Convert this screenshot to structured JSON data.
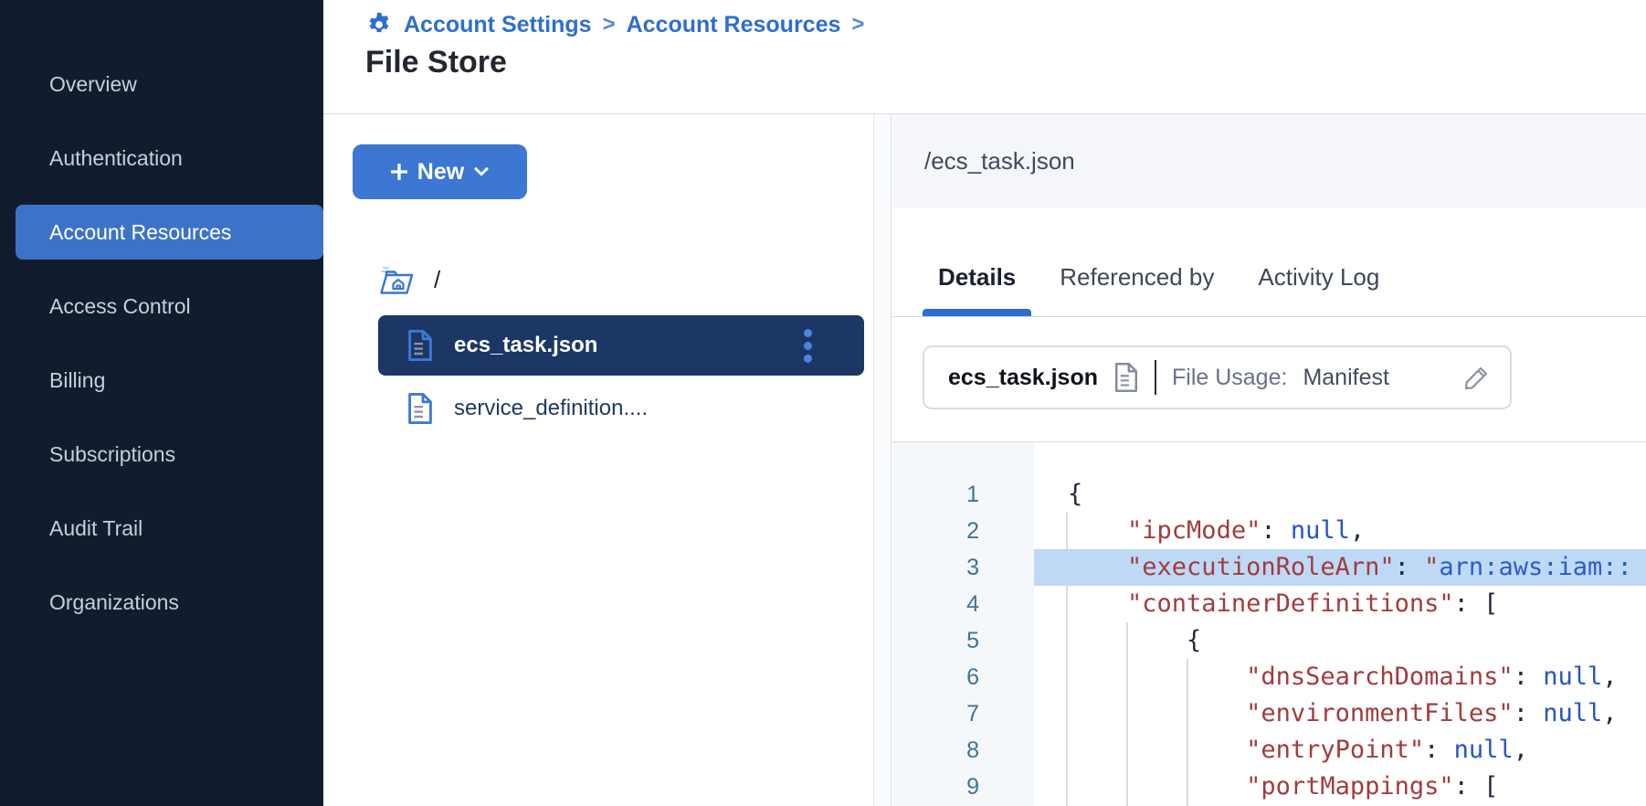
{
  "sidebar": {
    "items": [
      {
        "label": "Overview",
        "active": false
      },
      {
        "label": "Authentication",
        "active": false
      },
      {
        "label": "Account Resources",
        "active": true
      },
      {
        "label": "Access Control",
        "active": false
      },
      {
        "label": "Billing",
        "active": false
      },
      {
        "label": "Subscriptions",
        "active": false
      },
      {
        "label": "Audit Trail",
        "active": false
      },
      {
        "label": "Organizations",
        "active": false
      }
    ]
  },
  "breadcrumb": {
    "items": [
      "Account Settings",
      "Account Resources"
    ],
    "separator": ">"
  },
  "page": {
    "title": "File Store"
  },
  "file_panel": {
    "new_button_label": "New",
    "root_path": "/",
    "files": [
      {
        "name": "ecs_task.json",
        "selected": true
      },
      {
        "name": "service_definition....",
        "selected": false
      }
    ]
  },
  "detail_panel": {
    "path": "/ecs_task.json",
    "tabs": [
      {
        "label": "Details",
        "active": true
      },
      {
        "label": "Referenced by",
        "active": false
      },
      {
        "label": "Activity Log",
        "active": false
      }
    ],
    "file_info": {
      "name": "ecs_task.json",
      "usage_label": "File Usage:",
      "usage_value": "Manifest"
    },
    "code": {
      "language": "json",
      "lines": [
        {
          "n": "1",
          "h": false,
          "tokens": [
            {
              "t": "p",
              "v": "{"
            }
          ]
        },
        {
          "n": "2",
          "h": false,
          "tokens": [
            {
              "t": "p",
              "v": "    "
            },
            {
              "t": "key",
              "v": "\"ipcMode\""
            },
            {
              "t": "p",
              "v": ": "
            },
            {
              "t": "null",
              "v": "null"
            },
            {
              "t": "p",
              "v": ","
            }
          ]
        },
        {
          "n": "3",
          "h": true,
          "tokens": [
            {
              "t": "p",
              "v": "    "
            },
            {
              "t": "key",
              "v": "\"executionRoleArn\""
            },
            {
              "t": "p",
              "v": ": "
            },
            {
              "t": "vq",
              "v": "\""
            },
            {
              "t": "vs",
              "v": "arn:aws:iam::"
            }
          ]
        },
        {
          "n": "4",
          "h": false,
          "tokens": [
            {
              "t": "p",
              "v": "    "
            },
            {
              "t": "key",
              "v": "\"containerDefinitions\""
            },
            {
              "t": "p",
              "v": ": ["
            }
          ]
        },
        {
          "n": "5",
          "h": false,
          "tokens": [
            {
              "t": "p",
              "v": "        {"
            }
          ]
        },
        {
          "n": "6",
          "h": false,
          "tokens": [
            {
              "t": "p",
              "v": "            "
            },
            {
              "t": "key",
              "v": "\"dnsSearchDomains\""
            },
            {
              "t": "p",
              "v": ": "
            },
            {
              "t": "null",
              "v": "null"
            },
            {
              "t": "p",
              "v": ","
            }
          ]
        },
        {
          "n": "7",
          "h": false,
          "tokens": [
            {
              "t": "p",
              "v": "            "
            },
            {
              "t": "key",
              "v": "\"environmentFiles\""
            },
            {
              "t": "p",
              "v": ": "
            },
            {
              "t": "null",
              "v": "null"
            },
            {
              "t": "p",
              "v": ","
            }
          ]
        },
        {
          "n": "8",
          "h": false,
          "tokens": [
            {
              "t": "p",
              "v": "            "
            },
            {
              "t": "key",
              "v": "\"entryPoint\""
            },
            {
              "t": "p",
              "v": ": "
            },
            {
              "t": "null",
              "v": "null"
            },
            {
              "t": "p",
              "v": ","
            }
          ]
        },
        {
          "n": "9",
          "h": false,
          "tokens": [
            {
              "t": "p",
              "v": "            "
            },
            {
              "t": "key",
              "v": "\"portMappings\""
            },
            {
              "t": "p",
              "v": ": ["
            }
          ]
        }
      ]
    }
  },
  "colors": {
    "accent_blue": "#2e6ed0",
    "button_blue": "#3b77d3",
    "sidebar_bg": "#111d2f",
    "sidebar_active_bg": "#3d73c6",
    "selected_file_row_bg": "#1c3765",
    "detail_header_bg": "#f4f6fa",
    "code_highlight_bg": "#bed9f6",
    "code_key_red": "#a33b3d",
    "code_null_blue": "#2553cb",
    "code_string_blue": "#2a5bd0",
    "line_number_teal": "#3e7394"
  }
}
